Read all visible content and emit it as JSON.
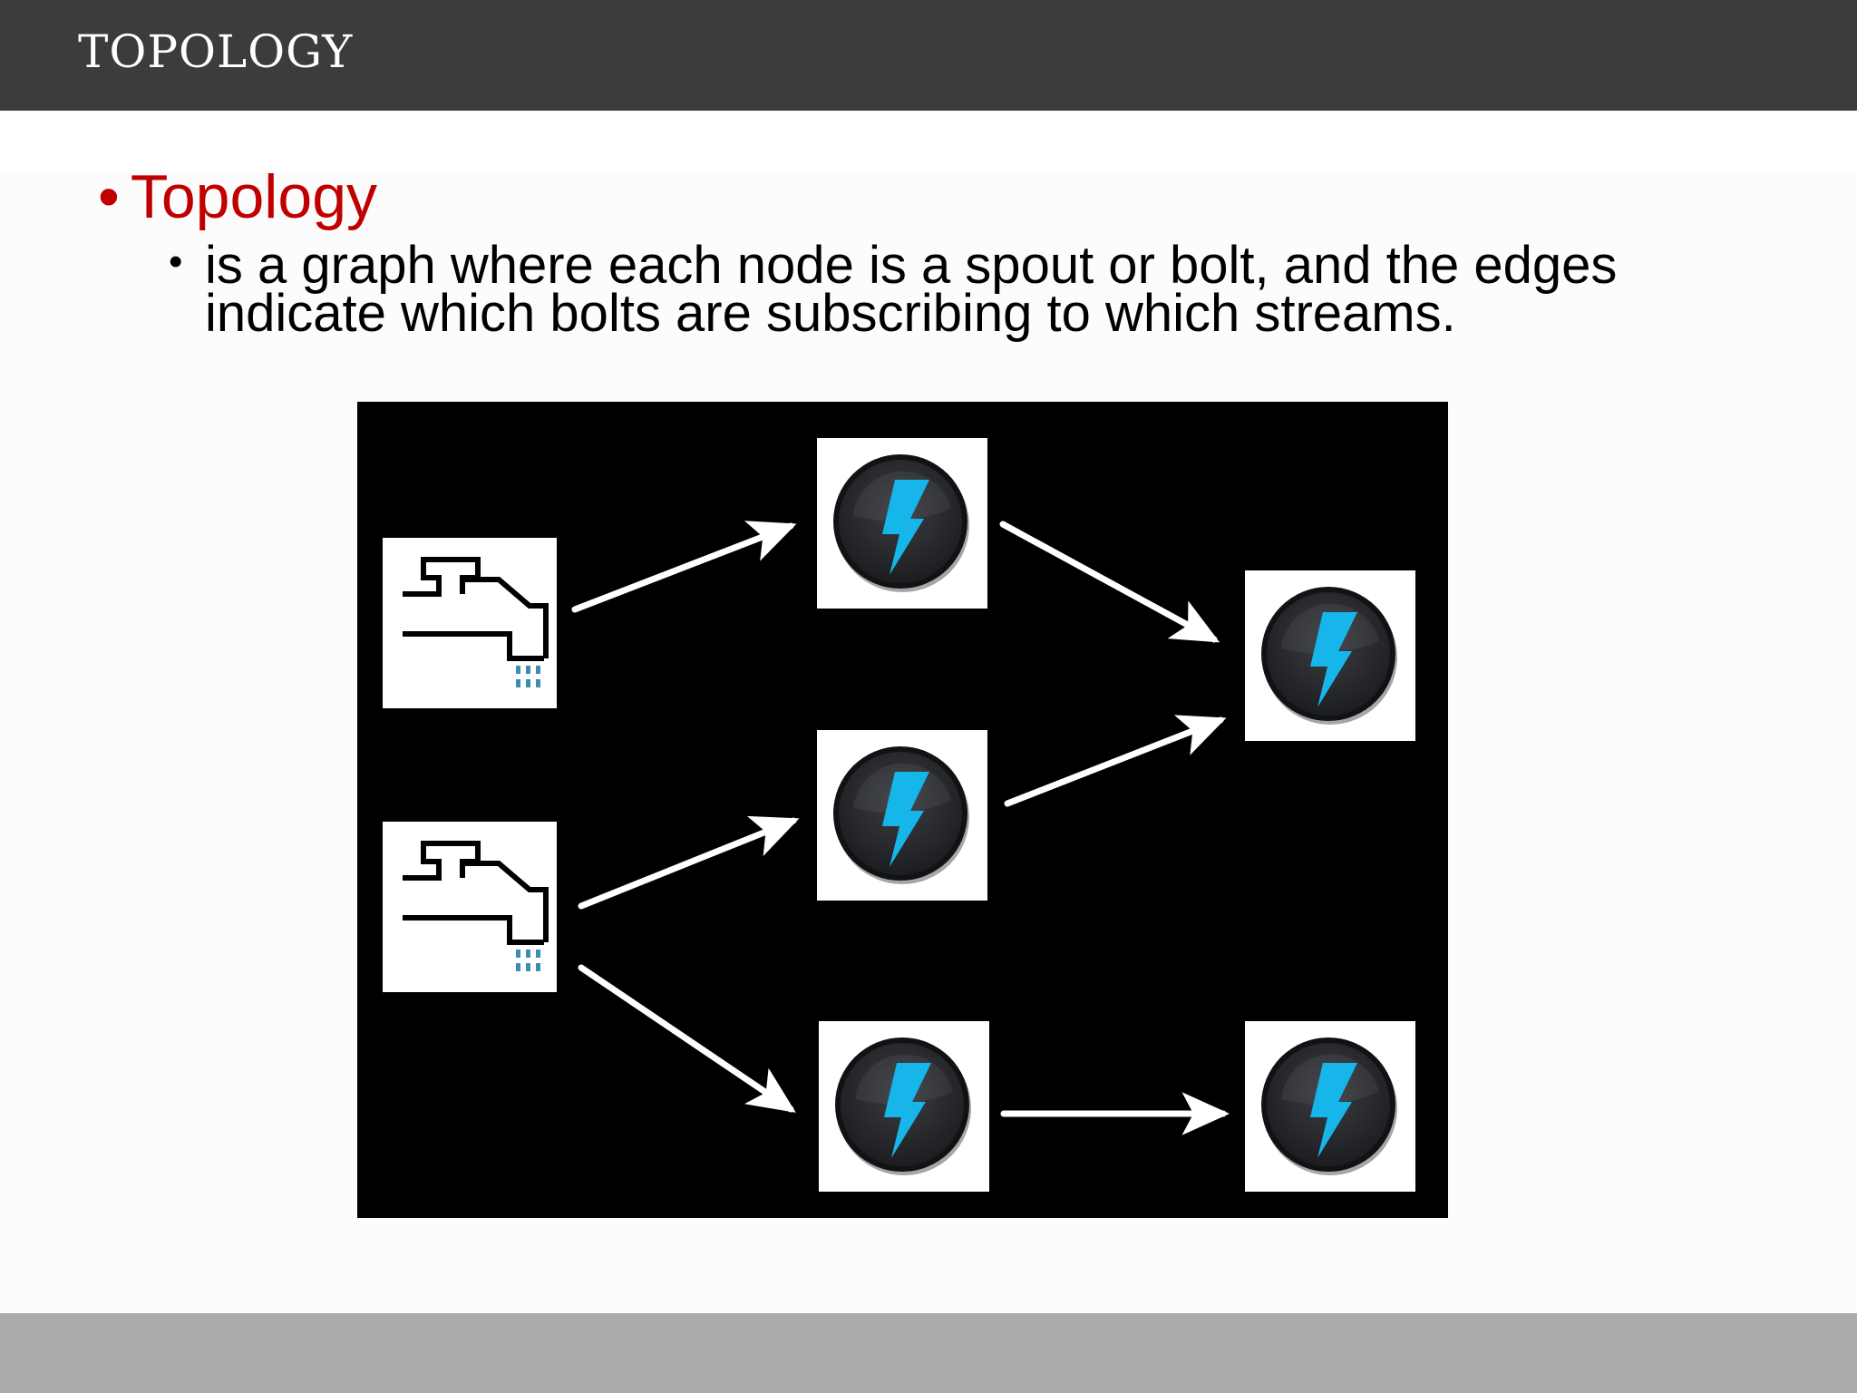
{
  "header": {
    "title": "TOPOLOGY"
  },
  "content": {
    "bullet_main": "Topology",
    "bullet_sub": "is a graph where each node is a spout or bolt, and the edges indicate which bolts are subscribing to which streams."
  },
  "diagram": {
    "nodes": [
      {
        "id": "spout-1",
        "kind": "spout",
        "icon": "faucet-icon"
      },
      {
        "id": "spout-2",
        "kind": "spout",
        "icon": "faucet-icon"
      },
      {
        "id": "bolt-1",
        "kind": "bolt",
        "icon": "lightning-bolt-icon"
      },
      {
        "id": "bolt-2",
        "kind": "bolt",
        "icon": "lightning-bolt-icon"
      },
      {
        "id": "bolt-3",
        "kind": "bolt",
        "icon": "lightning-bolt-icon"
      },
      {
        "id": "bolt-4",
        "kind": "bolt",
        "icon": "lightning-bolt-icon"
      },
      {
        "id": "bolt-5",
        "kind": "bolt",
        "icon": "lightning-bolt-icon"
      }
    ],
    "edges": [
      {
        "from": "spout-1",
        "to": "bolt-1"
      },
      {
        "from": "spout-2",
        "to": "bolt-2"
      },
      {
        "from": "spout-2",
        "to": "bolt-3"
      },
      {
        "from": "bolt-1",
        "to": "bolt-4"
      },
      {
        "from": "bolt-2",
        "to": "bolt-4"
      },
      {
        "from": "bolt-3",
        "to": "bolt-5"
      }
    ],
    "colors": {
      "background": "#000000",
      "node_box": "#ffffff",
      "bolt_circle": "#2a2c30",
      "bolt_symbol": "#16b5ea",
      "spout_drops": "#3a8fb0",
      "edge": "#ffffff",
      "title_accent": "#c00000"
    }
  }
}
